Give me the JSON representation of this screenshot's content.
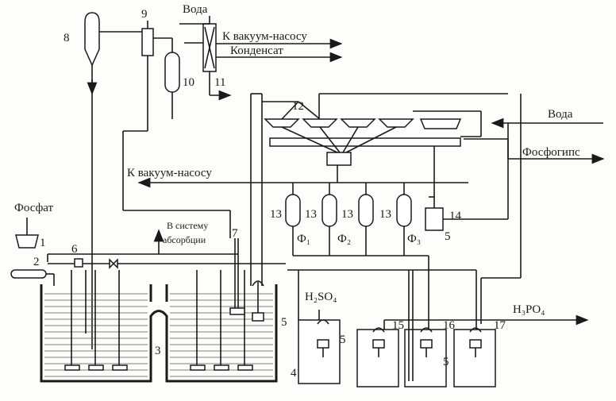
{
  "labels": {
    "water_top": "Вода",
    "to_vacuum_pump_top": "К вакуум-насосу",
    "condensate": "Конденсат",
    "water_right": "Вода",
    "phosphogypsum": "Фосфогипс",
    "to_vacuum_pump_mid": "К вакуум-насосу",
    "phosphate": "Фосфат",
    "to_absorption_1": "В систему",
    "to_absorption_2": "абсорбции",
    "sulfuric_acid": "H₂SO₄",
    "phosphoric_acid": "H₃PO₄",
    "filtrate_1": "Ф₁",
    "filtrate_2": "Ф₂",
    "filtrate_3": "Ф₃"
  },
  "numbers": {
    "n1": "1",
    "n2": "2",
    "n3": "3",
    "n4": "4",
    "n5a": "5",
    "n5b": "5",
    "n5c": "5",
    "n5d": "5",
    "n6": "6",
    "n7": "7",
    "n8": "8",
    "n9": "9",
    "n10": "10",
    "n11": "11",
    "n12": "12",
    "n13a": "13",
    "n13b": "13",
    "n13c": "13",
    "n13d": "13",
    "n14": "14",
    "n15": "15",
    "n16": "16",
    "n17": "17"
  }
}
